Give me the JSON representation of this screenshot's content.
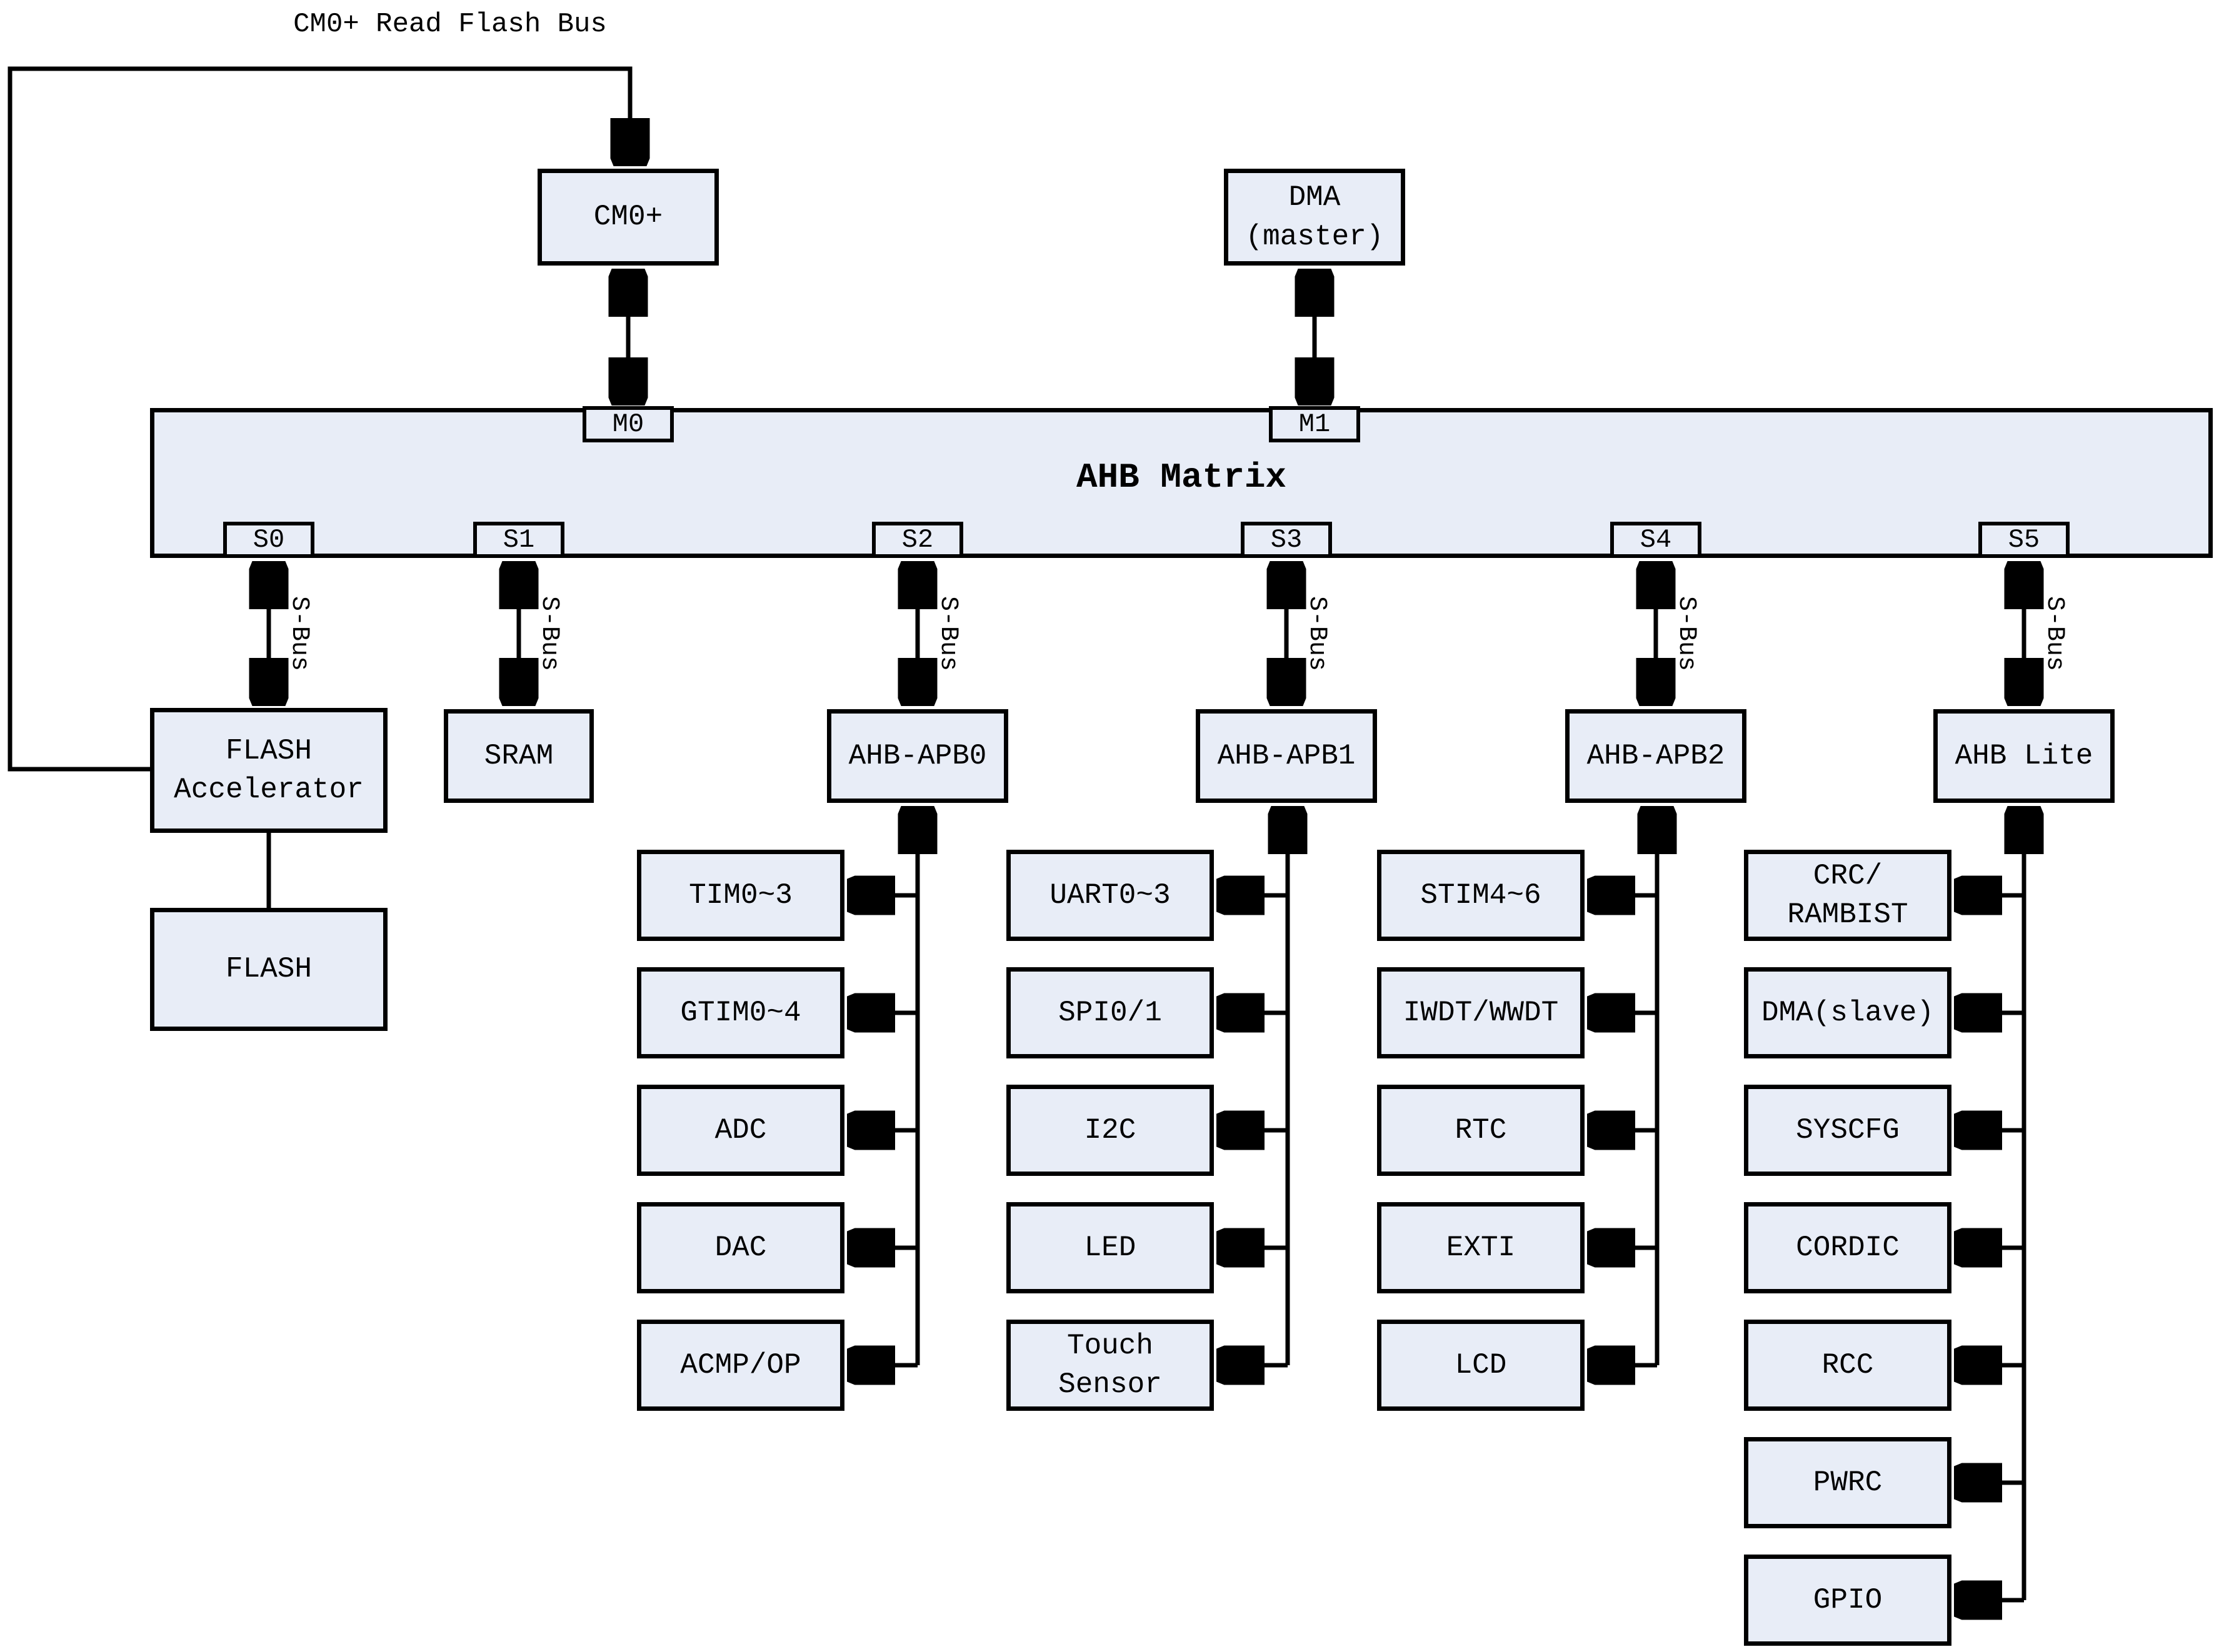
{
  "top_bus_label": "CM0+ Read Flash Bus",
  "s_bus_label": "S-Bus",
  "colors": {
    "box_fill": "#e8edf7",
    "line": "#000000",
    "background": "#ffffff"
  },
  "matrix": {
    "title": "AHB Matrix",
    "master_ports": [
      "M0",
      "M1"
    ],
    "slave_ports": [
      "S0",
      "S1",
      "S2",
      "S3",
      "S4",
      "S5"
    ]
  },
  "masters": [
    {
      "label": "CM0+",
      "port": "M0"
    },
    {
      "label": "DMA\n(master)",
      "port": "M1"
    }
  ],
  "slaves": [
    {
      "label": "FLASH\nAccelerator",
      "port": "S0",
      "child": "FLASH"
    },
    {
      "label": "SRAM",
      "port": "S1"
    },
    {
      "label": "AHB-APB0",
      "port": "S2",
      "peripherals": [
        "TIM0~3",
        "GTIM0~4",
        "ADC",
        "DAC",
        "ACMP/OP"
      ]
    },
    {
      "label": "AHB-APB1",
      "port": "S3",
      "peripherals": [
        "UART0~3",
        "SPI0/1",
        "I2C",
        "LED",
        "Touch\nSensor"
      ]
    },
    {
      "label": "AHB-APB2",
      "port": "S4",
      "peripherals": [
        "STIM4~6",
        "IWDT/WWDT",
        "RTC",
        "EXTI",
        "LCD"
      ]
    },
    {
      "label": "AHB Lite",
      "port": "S5",
      "peripherals": [
        "CRC/\nRAMBIST",
        "DMA(slave)",
        "SYSCFG",
        "CORDIC",
        "RCC",
        "PWRC",
        "GPIO"
      ]
    }
  ]
}
